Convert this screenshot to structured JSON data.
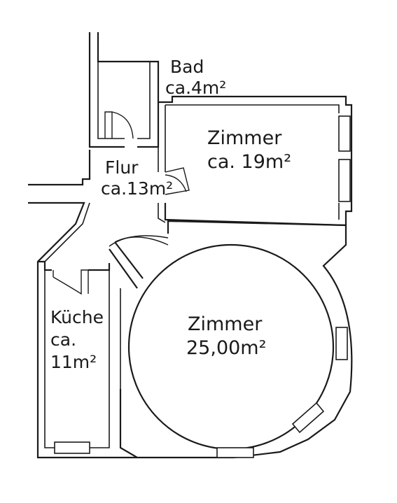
{
  "rooms": {
    "bad": {
      "name": "Bad",
      "area": "ca.4m²"
    },
    "zimmer_small": {
      "name": "Zimmer",
      "area": "ca. 19m²"
    },
    "flur": {
      "name": "Flur",
      "area": "ca.13m²"
    },
    "kueche": {
      "name": "Küche",
      "area_line1": "ca.",
      "area_line2": "11m²"
    },
    "zimmer_round": {
      "name": "Zimmer",
      "area": "25,00m²"
    }
  }
}
